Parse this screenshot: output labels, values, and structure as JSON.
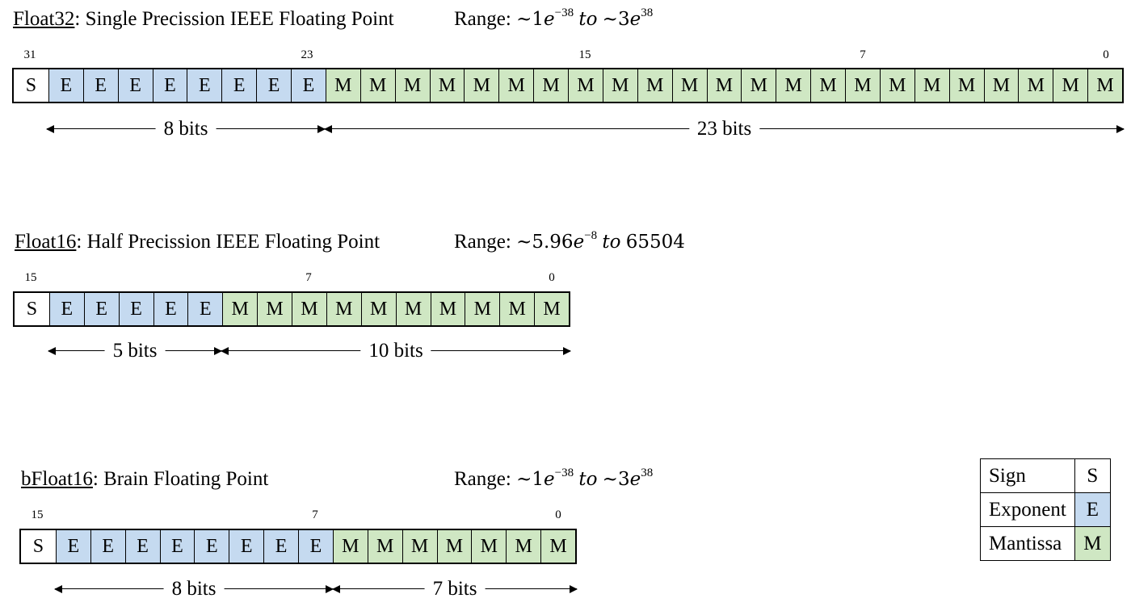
{
  "formats": [
    {
      "name": "Float32",
      "description": ": Single Precission IEEE Floating Point",
      "range": {
        "label": "Range:",
        "low_prefix": "~1",
        "low_exp": "−38",
        "to": "to",
        "high_prefix": "~3",
        "high_exp": "38"
      },
      "index_labels": [
        "31",
        "23",
        "15",
        "7",
        "0"
      ],
      "bits": "SEEEEEEEEMMMMMMMMMMMMMMMMMMMMMMM",
      "exponent_label": "8 bits",
      "mantissa_label": "23 bits"
    },
    {
      "name": "Float16",
      "description": ": Half Precission IEEE Floating Point",
      "range": {
        "label": "Range:",
        "low_prefix": "~5.96",
        "low_exp": "−8",
        "to": "to",
        "high_prefix": "65504",
        "high_exp": ""
      },
      "index_labels": [
        "15",
        "7",
        "0"
      ],
      "bits": "SEEEEEMMMMMMMMMM",
      "exponent_label": "5 bits",
      "mantissa_label": "10 bits"
    },
    {
      "name": "bFloat16",
      "description": ": Brain Floating Point",
      "range": {
        "label": "Range:",
        "low_prefix": "~1",
        "low_exp": "−38",
        "to": "to",
        "high_prefix": "~3",
        "high_exp": "38"
      },
      "index_labels": [
        "15",
        "7",
        "0"
      ],
      "bits": "SEEEEEEEEMMMMMMM",
      "exponent_label": "8 bits",
      "mantissa_label": "7 bits"
    }
  ],
  "legend": [
    {
      "label": "Sign",
      "symbol": "S"
    },
    {
      "label": "Exponent",
      "symbol": "E"
    },
    {
      "label": "Mantissa",
      "symbol": "M"
    }
  ],
  "colors": {
    "sign": "#ffffff",
    "exponent": "#c5daf0",
    "mantissa": "#cfe7c3"
  }
}
